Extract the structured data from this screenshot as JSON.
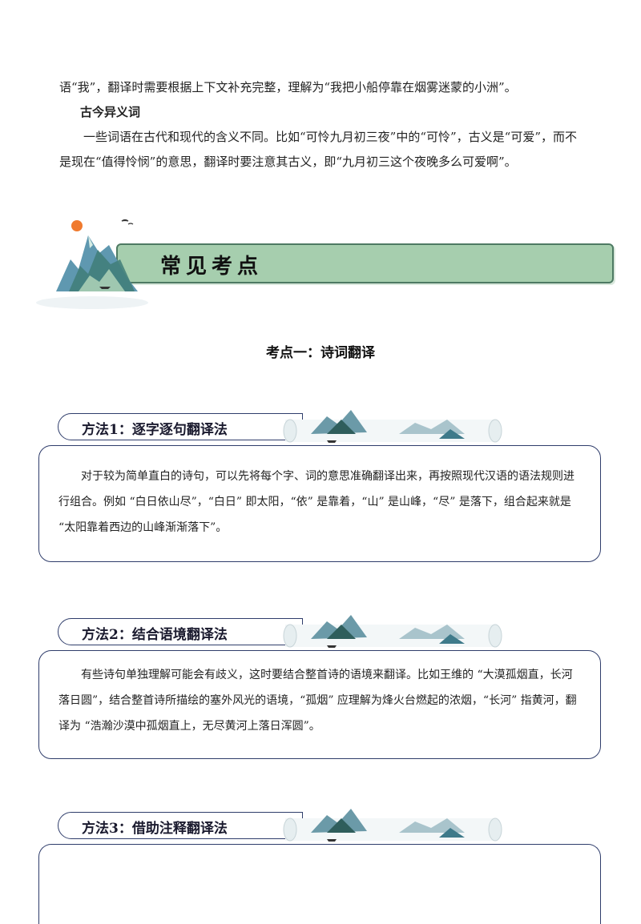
{
  "intro": {
    "line1": "语“我”，翻译时需要根据上下文补充完整，理解为“我把小船停靠在烟雾迷蒙的小洲”。",
    "subhead": "古今异义词",
    "para": "一些词语在古代和现代的含义不同。比如“可怜九月初三夜”中的“可怜”，古义是“可爱”，而不是现在“值得怜悯”的意思，翻译时要注意其古义，即“九月初三这个夜晚多么可爱啊”。"
  },
  "banner": {
    "title": "常见考点"
  },
  "section": {
    "title": "考点一：诗词翻译"
  },
  "methods": [
    {
      "label": "方法1：逐字逐句翻译法",
      "text": "对于较为简单直白的诗句，可以先将每个字、词的意思准确翻译出来，再按照现代汉语的语法规则进行组合。例如 “白日依山尽”，“白日” 即太阳，“依” 是靠着，“山” 是山峰，“尽” 是落下，组合起来就是 “太阳靠着西边的山峰渐渐落下”。"
    },
    {
      "label": "方法2：结合语境翻译法",
      "text": "有些诗句单独理解可能会有歧义，这时要结合整首诗的语境来翻译。比如王维的 “大漠孤烟直，长河落日圆”，结合整首诗所描绘的塞外风光的语境，“孤烟” 应理解为烽火台燃起的浓烟，“长河” 指黄河，翻译为 “浩瀚沙漠中孤烟直上，无尽黄河上落日浑圆”。"
    },
    {
      "label": "方法3：借助注释翻译法",
      "text": ""
    }
  ]
}
